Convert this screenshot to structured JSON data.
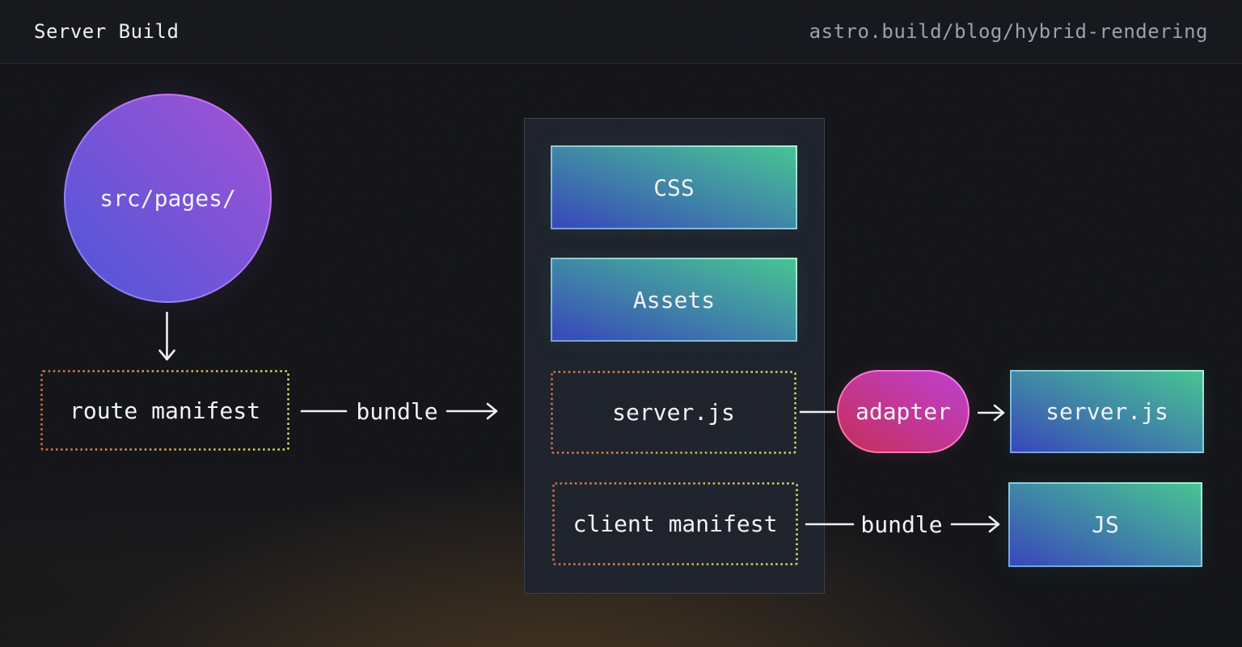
{
  "header": {
    "title": "Server Build",
    "url": "astro.build/blog/hybrid-rendering"
  },
  "nodes": {
    "src_pages": {
      "label": "src/pages/"
    },
    "route_manifest": {
      "label": "route manifest"
    },
    "css": {
      "label": "CSS"
    },
    "assets": {
      "label": "Assets"
    },
    "server_js_intermediate": {
      "label": "server.js"
    },
    "client_manifest": {
      "label": "client manifest"
    },
    "adapter": {
      "label": "adapter"
    },
    "server_js_output": {
      "label": "server.js"
    },
    "js_output": {
      "label": "JS"
    }
  },
  "edges": {
    "route_to_container_label": "bundle",
    "client_manifest_to_js_label": "bundle"
  },
  "colors": {
    "background": "#141519",
    "header_background": "#17181d",
    "header_divider": "#26282f",
    "title_text": "#eceef1",
    "url_text": "#989ea9",
    "node_text": "#f2f3f6",
    "container_fill": "#1e222b",
    "container_border": "#3a3e49",
    "purple_gradient_start": "#4a53d8",
    "purple_gradient_end": "#a04fd4",
    "teal_gradient_start": "#3644b8",
    "teal_gradient_end": "#45c28f",
    "pink_gradient_start": "#c42c55",
    "pink_gradient_end": "#bc3ecf",
    "dotted_border_start": "#d2714b",
    "dotted_border_end": "#dade68",
    "connector": "#eef0f3"
  }
}
